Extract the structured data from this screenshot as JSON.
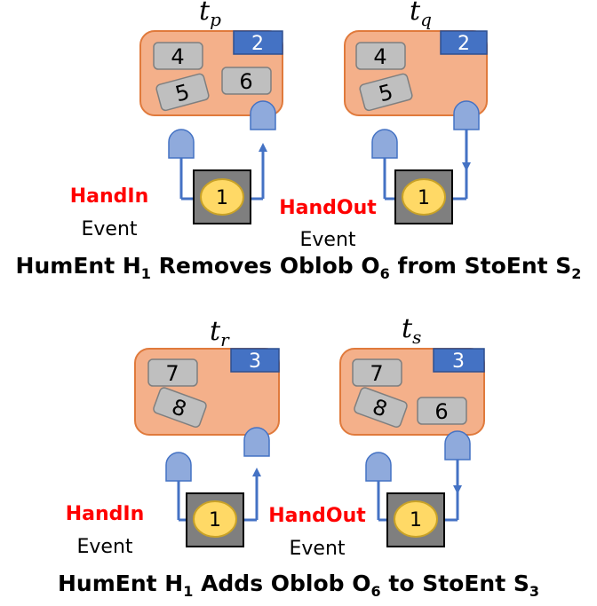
{
  "colors": {
    "storage_fill": "#f4b08a",
    "storage_stroke": "#e07a3c",
    "badge_fill": "#4472c4",
    "badge_stroke": "#2f4f8f",
    "blob_fill": "#bfbfbf",
    "blob_stroke": "#7f7f7f",
    "hand_fill": "#8faadc",
    "hand_stroke": "#4472c4",
    "arrow": "#4472c4",
    "human_box_fill": "#7f7f7f",
    "human_fill": "#ffd966",
    "human_stroke": "#c9a227",
    "event_red": "#ff0000"
  },
  "sections": [
    {
      "caption": {
        "pre": "HumEnt H",
        "h_sub": "1",
        "mid": " Removes Oblob O",
        "o_sub": "6",
        "post": " from StoEnt S",
        "s_sub": "2"
      },
      "panels": [
        {
          "time_base": "t",
          "time_sub": "p",
          "storage_id": "2",
          "blobs": [
            "4",
            "5",
            "6"
          ],
          "human_id": "1",
          "event_name": "HandIn",
          "event_word": "Event",
          "arrow": "up"
        },
        {
          "time_base": "t",
          "time_sub": "q",
          "storage_id": "2",
          "blobs": [
            "4",
            "5"
          ],
          "human_id": "1",
          "event_name": "HandOut",
          "event_word": "Event",
          "arrow": "down"
        }
      ]
    },
    {
      "caption": {
        "pre": "HumEnt H",
        "h_sub": "1",
        "mid": " Adds Oblob O",
        "o_sub": "6",
        "post": " to StoEnt S",
        "s_sub": "3"
      },
      "panels": [
        {
          "time_base": "t",
          "time_sub": "r",
          "storage_id": "3",
          "blobs": [
            "7",
            "8"
          ],
          "human_id": "1",
          "event_name": "HandIn",
          "event_word": "Event",
          "arrow": "up"
        },
        {
          "time_base": "t",
          "time_sub": "s",
          "storage_id": "3",
          "blobs": [
            "7",
            "8",
            "6"
          ],
          "human_id": "1",
          "event_name": "HandOut",
          "event_word": "Event",
          "arrow": "down"
        }
      ]
    }
  ]
}
